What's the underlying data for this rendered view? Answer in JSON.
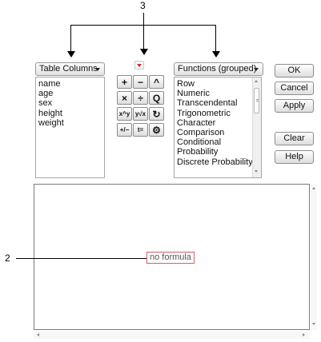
{
  "callouts": {
    "top": "3",
    "left": "2"
  },
  "table_columns": {
    "dropdown_label": "Table Columns",
    "items": [
      "name",
      "age",
      "sex",
      "height",
      "weight"
    ]
  },
  "operators": {
    "row1": [
      "+",
      "−",
      "^"
    ],
    "row2": [
      "×",
      "÷",
      "Q"
    ],
    "row3": [
      "x^y",
      "y√x",
      "↻"
    ],
    "row4": [
      "+/−",
      "t=",
      "⚙"
    ],
    "menu_icon": "red-triangle-menu-icon"
  },
  "functions": {
    "dropdown_label": "Functions (grouped)",
    "items": [
      "Row",
      "Numeric",
      "Transcendental",
      "Trigonometric",
      "Character",
      "Comparison",
      "Conditional",
      "Probability",
      "Discrete Probability"
    ]
  },
  "buttons": {
    "ok": "OK",
    "cancel": "Cancel",
    "apply": "Apply",
    "clear": "Clear",
    "help": "Help"
  },
  "editor": {
    "placeholder": "no formula"
  },
  "colors": {
    "red_menu": "#d8262f",
    "no_formula_border": "#d85a6a"
  }
}
